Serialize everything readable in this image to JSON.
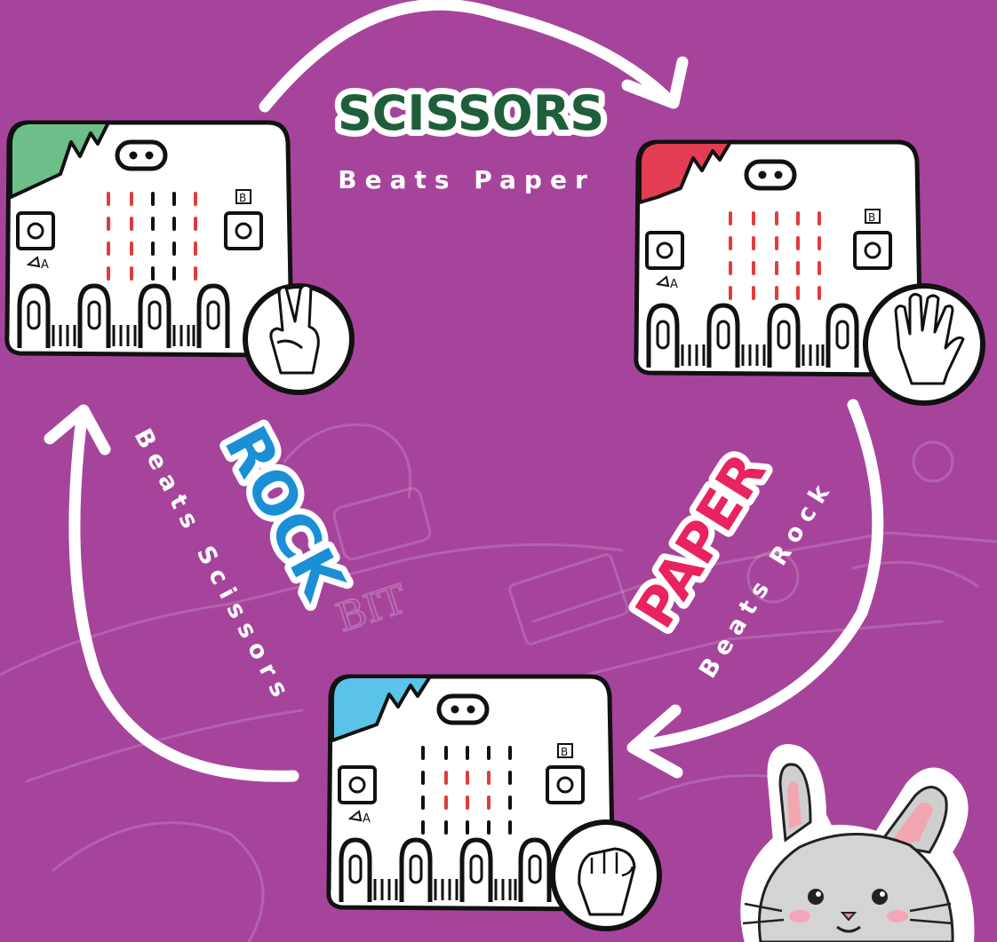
{
  "colors": {
    "background": "#a6449b",
    "arrow": "#ffffff",
    "outline": "#111111",
    "scissors": "#1f5e3a",
    "rock": "#1a8fd6",
    "paper": "#e8235f",
    "led_red": "#e33b3b",
    "led_black": "#111111",
    "corner_green": "#6dbf8a",
    "corner_red": "#e23d52",
    "corner_blue": "#5bc3e8"
  },
  "labels": {
    "scissors": "SCISSORS",
    "scissors_sub": "Beats Paper",
    "rock": "ROCK",
    "rock_sub": "Beats Scissors",
    "paper": "PAPER",
    "paper_sub": "Beats Rock",
    "button_a": "A",
    "button_b": "B",
    "background_text": "BIT"
  },
  "boards": [
    {
      "gesture": "scissors",
      "corner_color": "corner_green",
      "hand_icon": "peace-hand-icon"
    },
    {
      "gesture": "paper",
      "corner_color": "corner_red",
      "hand_icon": "open-hand-icon"
    },
    {
      "gesture": "rock",
      "corner_color": "corner_blue",
      "hand_icon": "fist-icon"
    }
  ],
  "mascot": {
    "icon": "bunny-icon"
  }
}
